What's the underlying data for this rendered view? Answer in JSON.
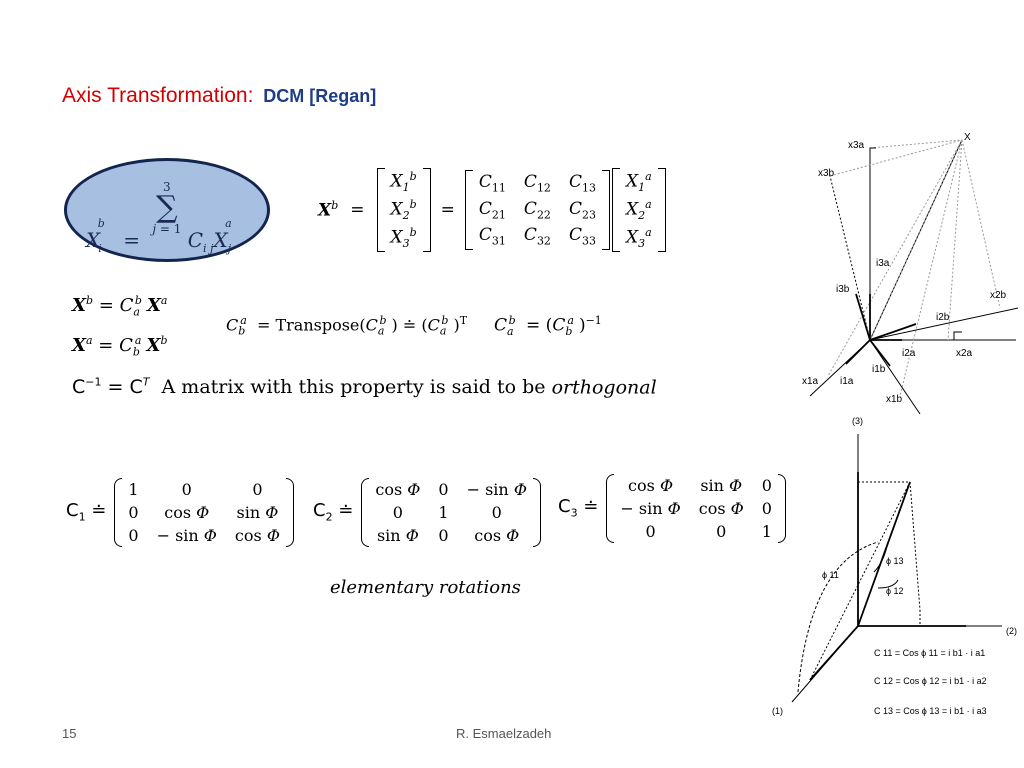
{
  "slide": {
    "title_main": "Axis Transformation:",
    "title_accent": "DCM [Regan]",
    "slide_number": "15",
    "author": "R. Esmaelzadeh"
  },
  "equations": {
    "transpose_word": "Transpose",
    "orthogonal_text": "A matrix with this property is said to be",
    "orthogonal_word": "orthogonal",
    "rotations_caption": "elementary rotations",
    "c1_label": "C",
    "c2_label": "C",
    "c3_label": "C"
  },
  "figures": {
    "top": {
      "labels": [
        "X",
        "x3a",
        "x3b",
        "x2b",
        "x2a",
        "x1a",
        "x1b",
        "i3a",
        "i3b",
        "i2b",
        "i2a",
        "i1a",
        "i1b"
      ]
    },
    "bottom": {
      "axis_3": "(3)",
      "axis_2": "(2)",
      "axis_1": "(1)",
      "phi_11": "ϕ 11",
      "phi_12": "ϕ 12",
      "phi_13": "ϕ 13",
      "c11": "C 11 = Cos ϕ 11 = i b1 · i a1",
      "c12": "C 12 = Cos ϕ 12 = i b1 · i a2",
      "c13": "C 13 = Cos ϕ 13 = i b1 · i a3"
    }
  },
  "colors": {
    "title_red": "#d40000",
    "title_blue": "#1f3c88",
    "ellipse_fill": "#a7bfe0",
    "ellipse_stroke": "#13254f"
  }
}
